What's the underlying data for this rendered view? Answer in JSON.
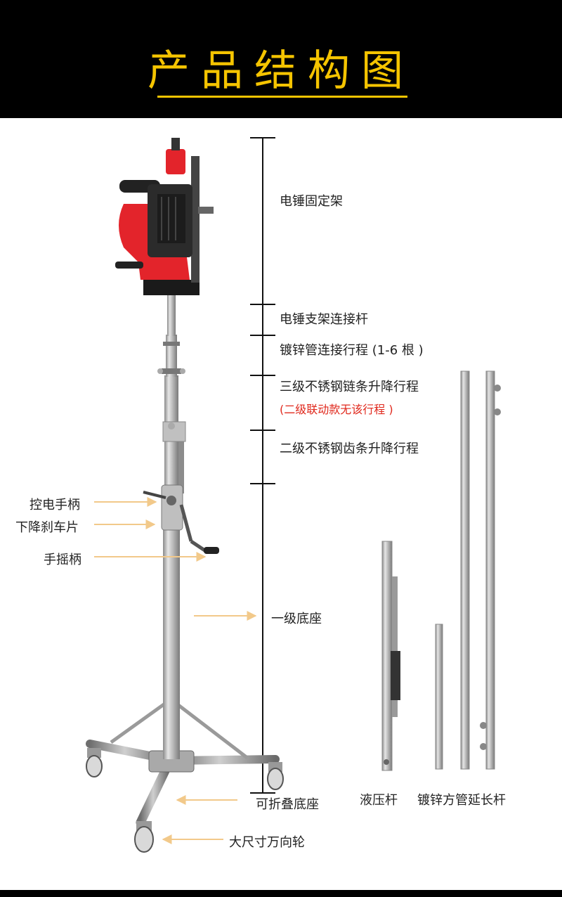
{
  "header": {
    "title": "产品结构图"
  },
  "colors": {
    "header_bg": "#000000",
    "accent_yellow": "#f5c400",
    "hammer_red": "#e3242b",
    "arrow": "#f2c98a",
    "note_red": "#e0281c"
  },
  "labels": {
    "hammer_mount": "电锤固定架",
    "hammer_rod": "电锤支架连接杆",
    "galv_stroke": "镀锌管连接行程 (1-6 根 )",
    "chain_stroke": "三级不锈钢链条升降行程",
    "chain_note": "(二级联动款无该行程 )",
    "rack_stroke": "二级不锈钢齿条升降行程",
    "power_handle": "控电手柄",
    "brake_pad": "下降刹车片",
    "crank_handle": "手摇柄",
    "base_level1": "一级底座",
    "folding_base": "可折叠底座",
    "caster": "大尺寸万向轮",
    "hydraulic_rod": "液压杆",
    "extension_rod": "镀锌方管延长杆"
  },
  "icons": {
    "drill": "electric-hammer-icon",
    "arrow": "arrow-right-icon"
  }
}
